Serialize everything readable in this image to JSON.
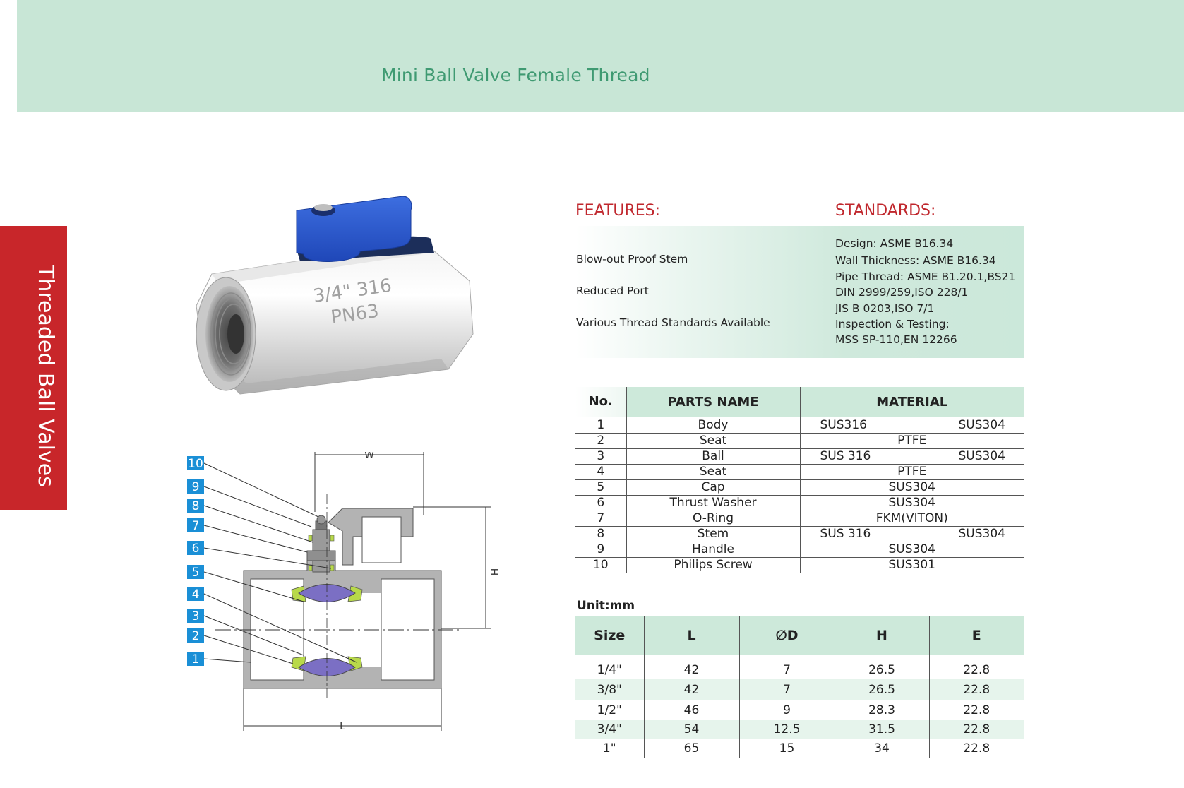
{
  "header": {
    "title": "Mini Ball Valve Female Thread"
  },
  "side_tab": {
    "label": "Threaded Ball Valves"
  },
  "product": {
    "marking_line1": "3/4\"  316",
    "marking_line2": "PN63"
  },
  "diagram": {
    "callouts": [
      "10",
      "9",
      "8",
      "7",
      "6",
      "5",
      "4",
      "3",
      "2",
      "1"
    ],
    "dim_w": "W",
    "dim_h": "H",
    "dim_l": "L",
    "colors": {
      "callout": "#1a8fd6",
      "gasket": "#b8d94a",
      "ball": "#7b6fc4",
      "body": "#b3b3b3"
    }
  },
  "features": {
    "heading": "FEATURES:",
    "items": [
      "Blow-out Proof Stem",
      "Reduced Port",
      "Various Thread Standards Available"
    ]
  },
  "standards": {
    "heading": "STANDARDS:",
    "items": [
      "Design: ASME B16.34",
      "Wall Thickness: ASME B16.34",
      "Pipe Thread: ASME B1.20.1,BS21",
      "DIN 2999/259,ISO 228/1",
      "JIS B 0203,ISO 7/1",
      "Inspection & Testing:",
      "MSS SP-110,EN 12266"
    ]
  },
  "parts_table": {
    "headers": {
      "no": "No.",
      "name": "PARTS NAME",
      "material": "MATERIAL"
    },
    "rows": [
      {
        "no": "1",
        "name": "Body",
        "m1": "SUS316",
        "m2": "SUS304"
      },
      {
        "no": "2",
        "name": "Seat",
        "m": "PTFE"
      },
      {
        "no": "3",
        "name": "Ball",
        "m1": "SUS 316",
        "m2": "SUS304"
      },
      {
        "no": "4",
        "name": "Seat",
        "m": "PTFE"
      },
      {
        "no": "5",
        "name": "Cap",
        "m": "SUS304"
      },
      {
        "no": "6",
        "name": "Thrust Washer",
        "m": "SUS304"
      },
      {
        "no": "7",
        "name": "O-Ring",
        "m": "FKM(VITON)"
      },
      {
        "no": "8",
        "name": "Stem",
        "m1": "SUS 316",
        "m2": "SUS304"
      },
      {
        "no": "9",
        "name": "Handle",
        "m": "SUS304"
      },
      {
        "no": "10",
        "name": "Philips Screw",
        "m": "SUS301"
      }
    ]
  },
  "dimensions": {
    "unit": "Unit:mm",
    "headers": [
      "Size",
      "L",
      "∅D",
      "H",
      "E"
    ],
    "rows": [
      [
        "1/4\"",
        "42",
        "7",
        "26.5",
        "22.8"
      ],
      [
        "3/8\"",
        "42",
        "7",
        "26.5",
        "22.8"
      ],
      [
        "1/2\"",
        "46",
        "9",
        "28.3",
        "22.8"
      ],
      [
        "3/4\"",
        "54",
        "12.5",
        "31.5",
        "22.8"
      ],
      [
        "1\"",
        "65",
        "15",
        "34",
        "22.8"
      ]
    ]
  }
}
